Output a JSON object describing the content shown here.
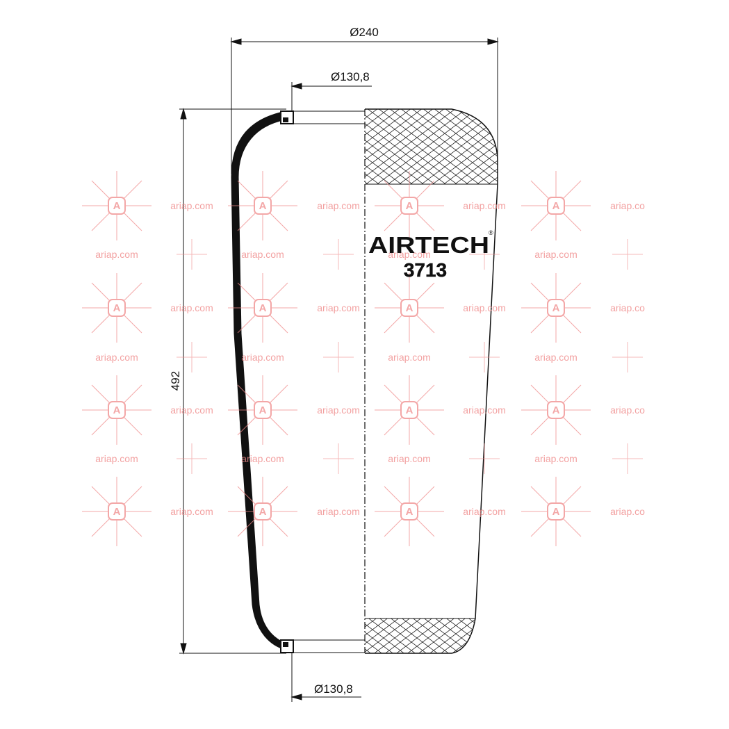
{
  "drawing": {
    "brand": "AIRTECH",
    "registered_mark": "®",
    "part_number": "3713",
    "dimensions": {
      "outer_diameter": "Ø240",
      "top_plate_diameter": "Ø130,8",
      "bottom_plate_diameter": "Ø130,8",
      "height": "492"
    }
  },
  "watermark": {
    "text": "ariap.com",
    "text_cut": "ariap.co",
    "badge_letter": "A",
    "color": "#f08a8a"
  }
}
